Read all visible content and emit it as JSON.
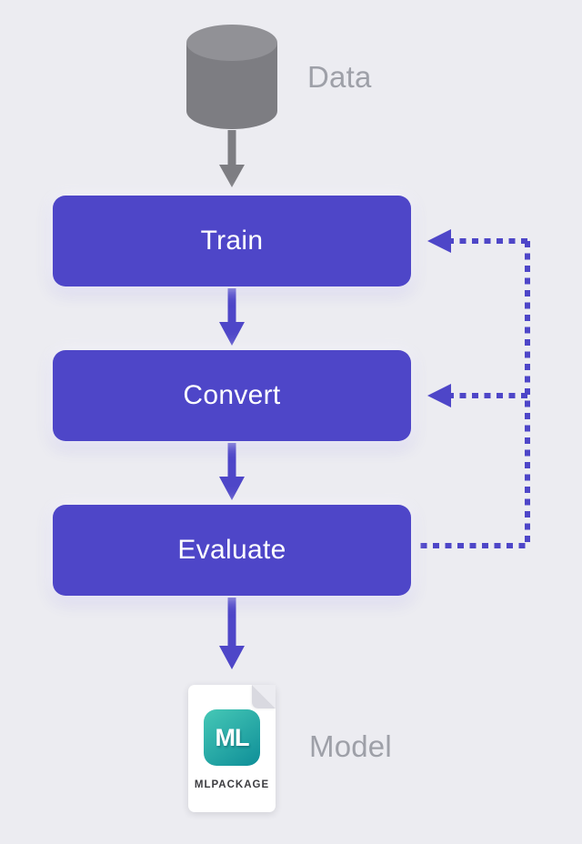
{
  "diagram": {
    "data_label": "Data",
    "model_label": "Model",
    "nodes": [
      {
        "id": "train",
        "label": "Train"
      },
      {
        "id": "convert",
        "label": "Convert"
      },
      {
        "id": "evaluate",
        "label": "Evaluate"
      }
    ],
    "model_icon": {
      "badge_text": "ML",
      "caption": "MLPACKAGE"
    },
    "edges": [
      {
        "from": "data",
        "to": "train",
        "style": "solid"
      },
      {
        "from": "train",
        "to": "convert",
        "style": "solid"
      },
      {
        "from": "convert",
        "to": "evaluate",
        "style": "solid"
      },
      {
        "from": "evaluate",
        "to": "model",
        "style": "solid"
      },
      {
        "from": "evaluate",
        "to": "train",
        "style": "dotted"
      },
      {
        "from": "evaluate",
        "to": "convert",
        "style": "dotted"
      }
    ]
  },
  "colors": {
    "background": "#ECECF1",
    "accent": "#4E46C8",
    "gray-icon": "#7D7D82",
    "label-gray": "#9EA0A8",
    "box-text": "#FFFFFF",
    "teal-start": "#46C8B6",
    "teal-end": "#0E8E98",
    "caption-color": "#3C3C40"
  }
}
